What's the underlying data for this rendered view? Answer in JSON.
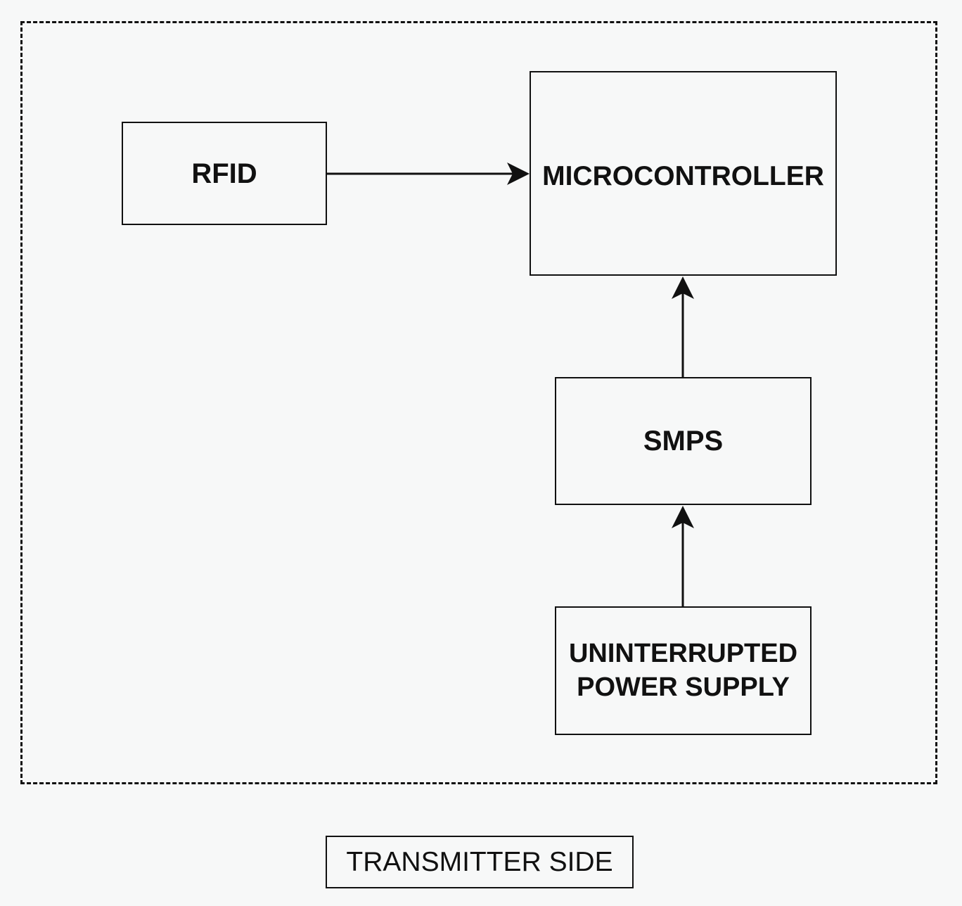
{
  "diagram": {
    "blocks": {
      "rfid": "RFID",
      "microcontroller": "MICROCONTROLLER",
      "smps": "SMPS",
      "ups_line1": "UNINTERRUPTED",
      "ups_line2": "POWER SUPPLY"
    },
    "caption": "TRANSMITTER SIDE",
    "connections": [
      {
        "from": "RFID",
        "to": "MICROCONTROLLER"
      },
      {
        "from": "SMPS",
        "to": "MICROCONTROLLER"
      },
      {
        "from": "UNINTERRUPTED POWER SUPPLY",
        "to": "SMPS"
      }
    ]
  }
}
